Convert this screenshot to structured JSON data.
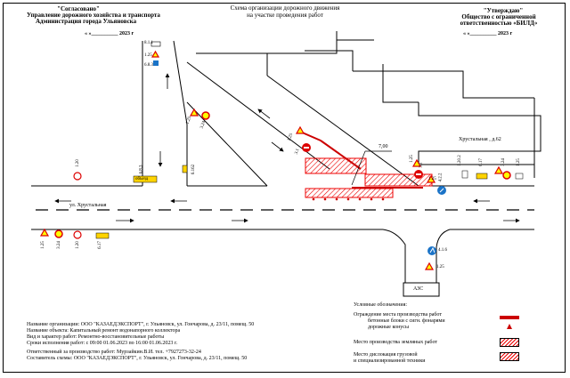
{
  "left_approval": {
    "title": "\"Согласовано\"",
    "line1": "Управление дорожного хозяйства и транспорта",
    "line2": "Администрация города Ульяновска",
    "date": "«     »__________ 2023 г"
  },
  "right_approval": {
    "title": "\"Утверждаю\"",
    "line1": "Общество с ограниченной",
    "line2": "ответственностью «БИЛД»",
    "date": "«     »__________ 2023 г"
  },
  "scheme_title": {
    "line1": "Схема организации дорожного движения",
    "line2": "на участке проведения работ"
  },
  "street_label": "ул. Хрустальная",
  "building_label": "Хрустальная , д.62",
  "gas_station": "АЗС",
  "dimension": "7,00",
  "sign_codes": {
    "top_a": "8.1.1",
    "top_b": "1.25",
    "top_c": "6.8.3",
    "diag_a": "1.25",
    "diag_b": "3.24",
    "pit_a": "1.25",
    "pit_b": "3.1",
    "left_a": "1.20",
    "left_b": "6.8.3",
    "left_c": "6.162",
    "mid_a": "1.25",
    "mid_b": "3.1",
    "mid_c": "1.25",
    "mid_d": "4.2.2",
    "right_a": "1.20.2",
    "right_b": "6.17",
    "right_c": "3.24",
    "right_d": "1.25",
    "bot_a": "1.25",
    "bot_b": "3.24",
    "bot_c": "1.20",
    "bot_d": "6.17",
    "azs_a": "4.1.6",
    "azs_b": "1.25"
  },
  "detour_plate": "объезд",
  "legend": {
    "title": "Условные обозначения:",
    "item1": "Ограждение места производства работ",
    "item1_sub1": "бетонные блоки с сигн. фонарями",
    "item1_sub2": "дорожные конусы",
    "item2": "Место производства земляных работ",
    "item3": "Место дислокация грузовой",
    "item3_sub": "и специализированной техники"
  },
  "info": {
    "org": "Название организации:  ООО \"КАЗАЕДЭКСПОРТ\", г. Ульяновск, ул. Гончарова, д. 23/11, помещ. 50",
    "object": "Название объекта: Капитальный ремонт водонапорного коллектора",
    "type": "Вид и характер работ:      Ремонтно-восстановительные работы",
    "dates": "Сроки исполнения работ: с 09:00 01.06.2023 по 16:00 01.06.2023 г.",
    "responsible": "Ответственный за производство работ:     Мурзайкин.В.И. тел. +7927273-32-24",
    "author": "Составитель схемы: ООО \"КАЗАЕДЭКСПОРТ\", г. Ульяновск, ул. Гончарова, д. 23/11, помещ. 50"
  }
}
